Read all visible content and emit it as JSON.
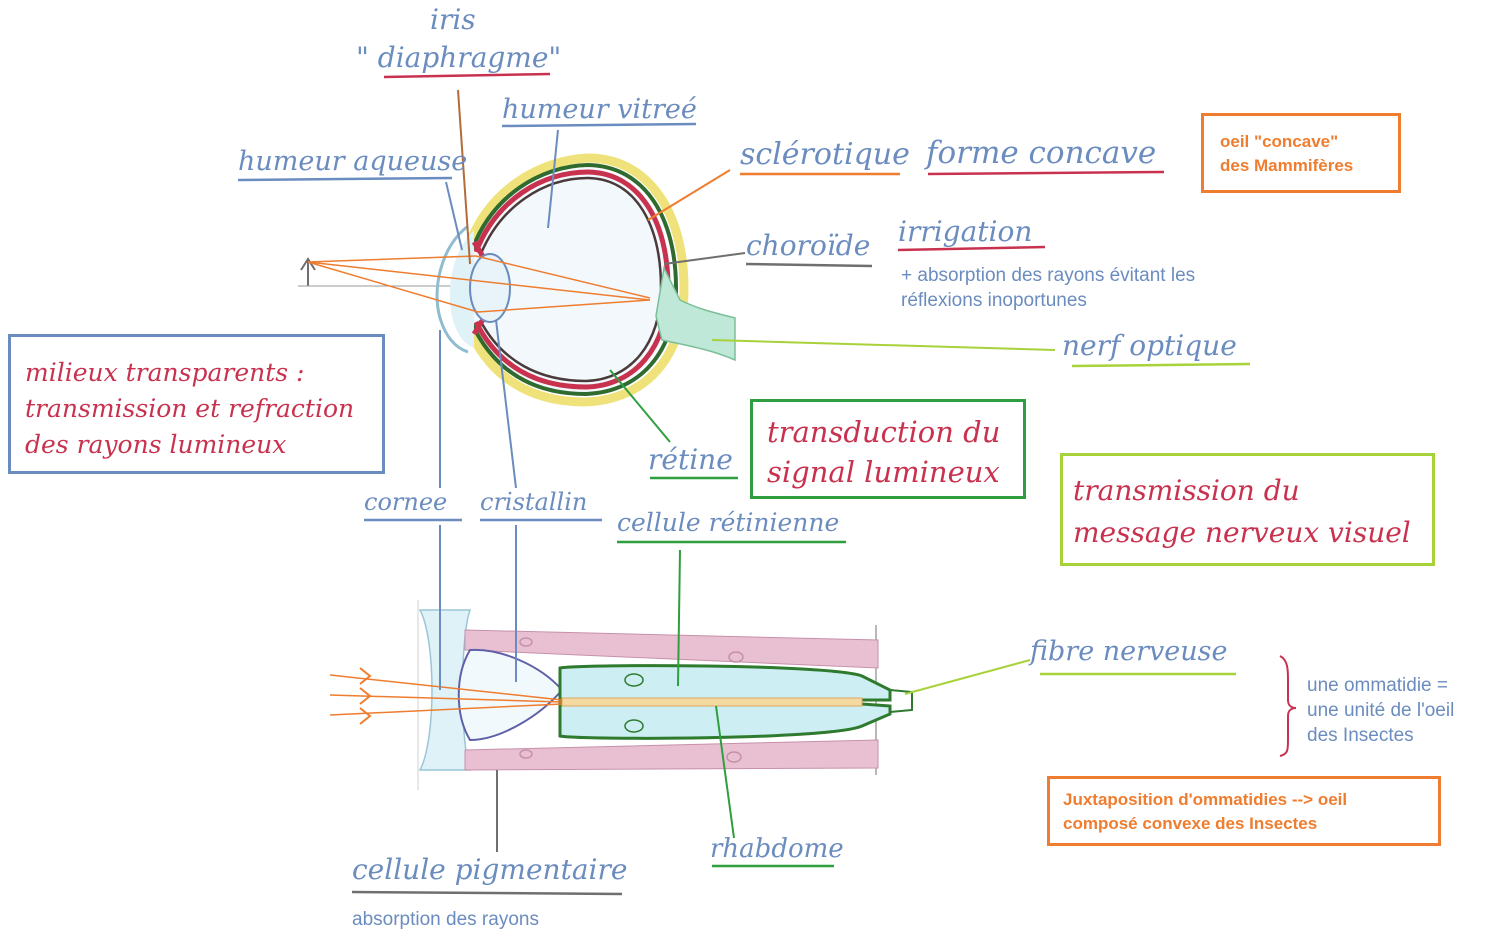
{
  "colors": {
    "blue": "#6b8cbe",
    "red": "#c8324f",
    "orange": "#ee7d2f",
    "green": "#2e9e3e",
    "lime": "#a8d23a",
    "grey": "#6f6f6f",
    "brown": "#b46a3a",
    "darkgreen": "#3f7d3a",
    "cyan": "#bfe5f0",
    "pink": "#e9c0d2",
    "yellow": "#f0e27a"
  },
  "eye": {
    "iris": "iris",
    "diaphragme": "\" diaphragme\"",
    "humeur_vitree": "humeur vitreé",
    "humeur_aqueuse": "humeur aqueuse",
    "sclerotique": "sclérotique",
    "forme_concave": "forme concave",
    "choroide": "choroïde",
    "irrigation": "irrigation",
    "absorption_line1": "+ absorption des rayons évitant les",
    "absorption_line2": "réflexions inoportunes",
    "nerf_optique": "nerf optique",
    "retine": "rétine",
    "cornee": "cornee",
    "cristallin": "cristallin"
  },
  "boxes": {
    "concave_line1": "oeil \"concave\"",
    "concave_line2": "des Mammifères",
    "milieux_line1": "milieux transparents :",
    "milieux_line2": "transmission et refraction",
    "milieux_line3": "des rayons lumineux",
    "transduction_line1": "transduction du",
    "transduction_line2": "signal lumineux",
    "transmission_line1": "transmission du",
    "transmission_line2": "message nerveux visuel",
    "juxta_line1": "Juxtaposition d'ommatidies --> oeil",
    "juxta_line2": "composé convexe des Insectes"
  },
  "ommatidie": {
    "cellule_retinienne": "cellule rétinienne",
    "fibre_nerveuse": "fibre nerveuse",
    "rhabdome": "rhabdome",
    "cellule_pigmentaire": "cellule pigmentaire",
    "absorption": "absorption des rayons",
    "unit_line1": "une ommatidie =",
    "unit_line2": "une unité de l'oeil",
    "unit_line3": "des Insectes"
  }
}
